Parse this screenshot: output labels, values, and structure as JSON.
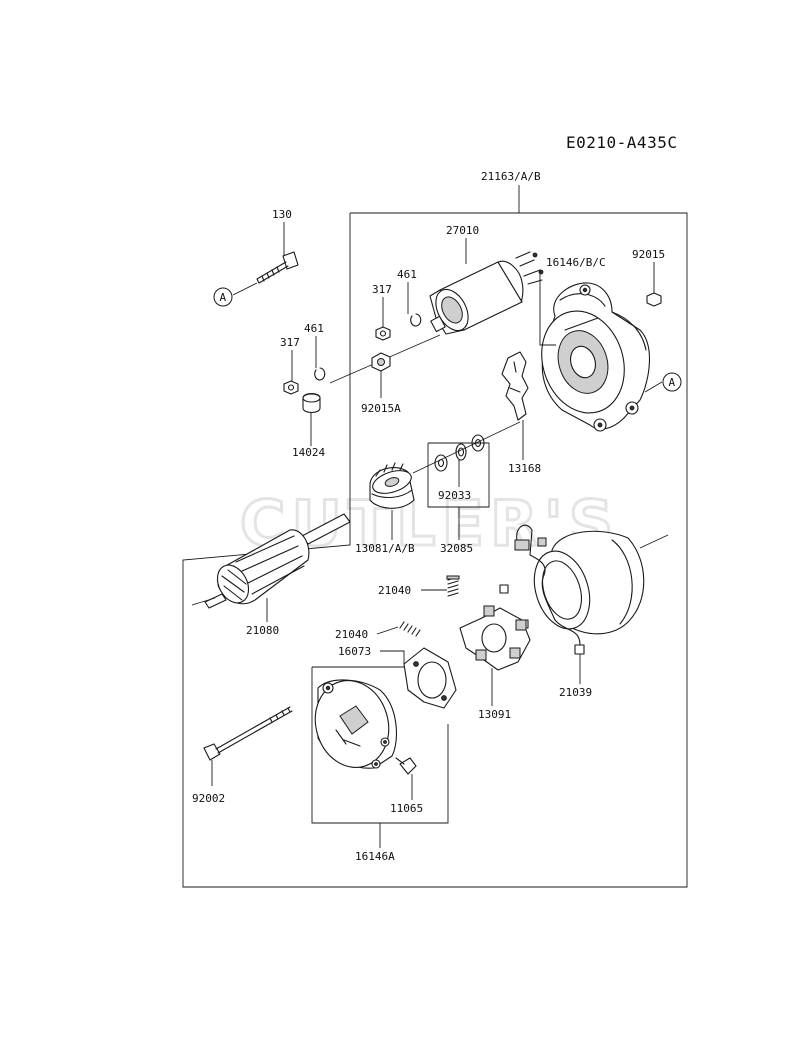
{
  "diagram": {
    "code": "E0210-A435C",
    "watermark": "CUTLER'S",
    "reference_marker": "A",
    "labels": {
      "p21163": "21163/A/B",
      "p130": "130",
      "p27010": "27010",
      "p461_top": "461",
      "p317_top": "317",
      "p16146": "16146/B/C",
      "p92015": "92015",
      "p461_left": "461",
      "p317_left": "317",
      "p92015A": "92015A",
      "p14024": "14024",
      "p13168": "13168",
      "p92033": "92033",
      "p13081": "13081/A/B",
      "p32085": "32085",
      "p21040_top": "21040",
      "p21080": "21080",
      "p21040_mid": "21040",
      "p16073": "16073",
      "p13091": "13091",
      "p21039": "21039",
      "p92002": "92002",
      "p11065": "11065",
      "p16146A": "16146A"
    }
  }
}
